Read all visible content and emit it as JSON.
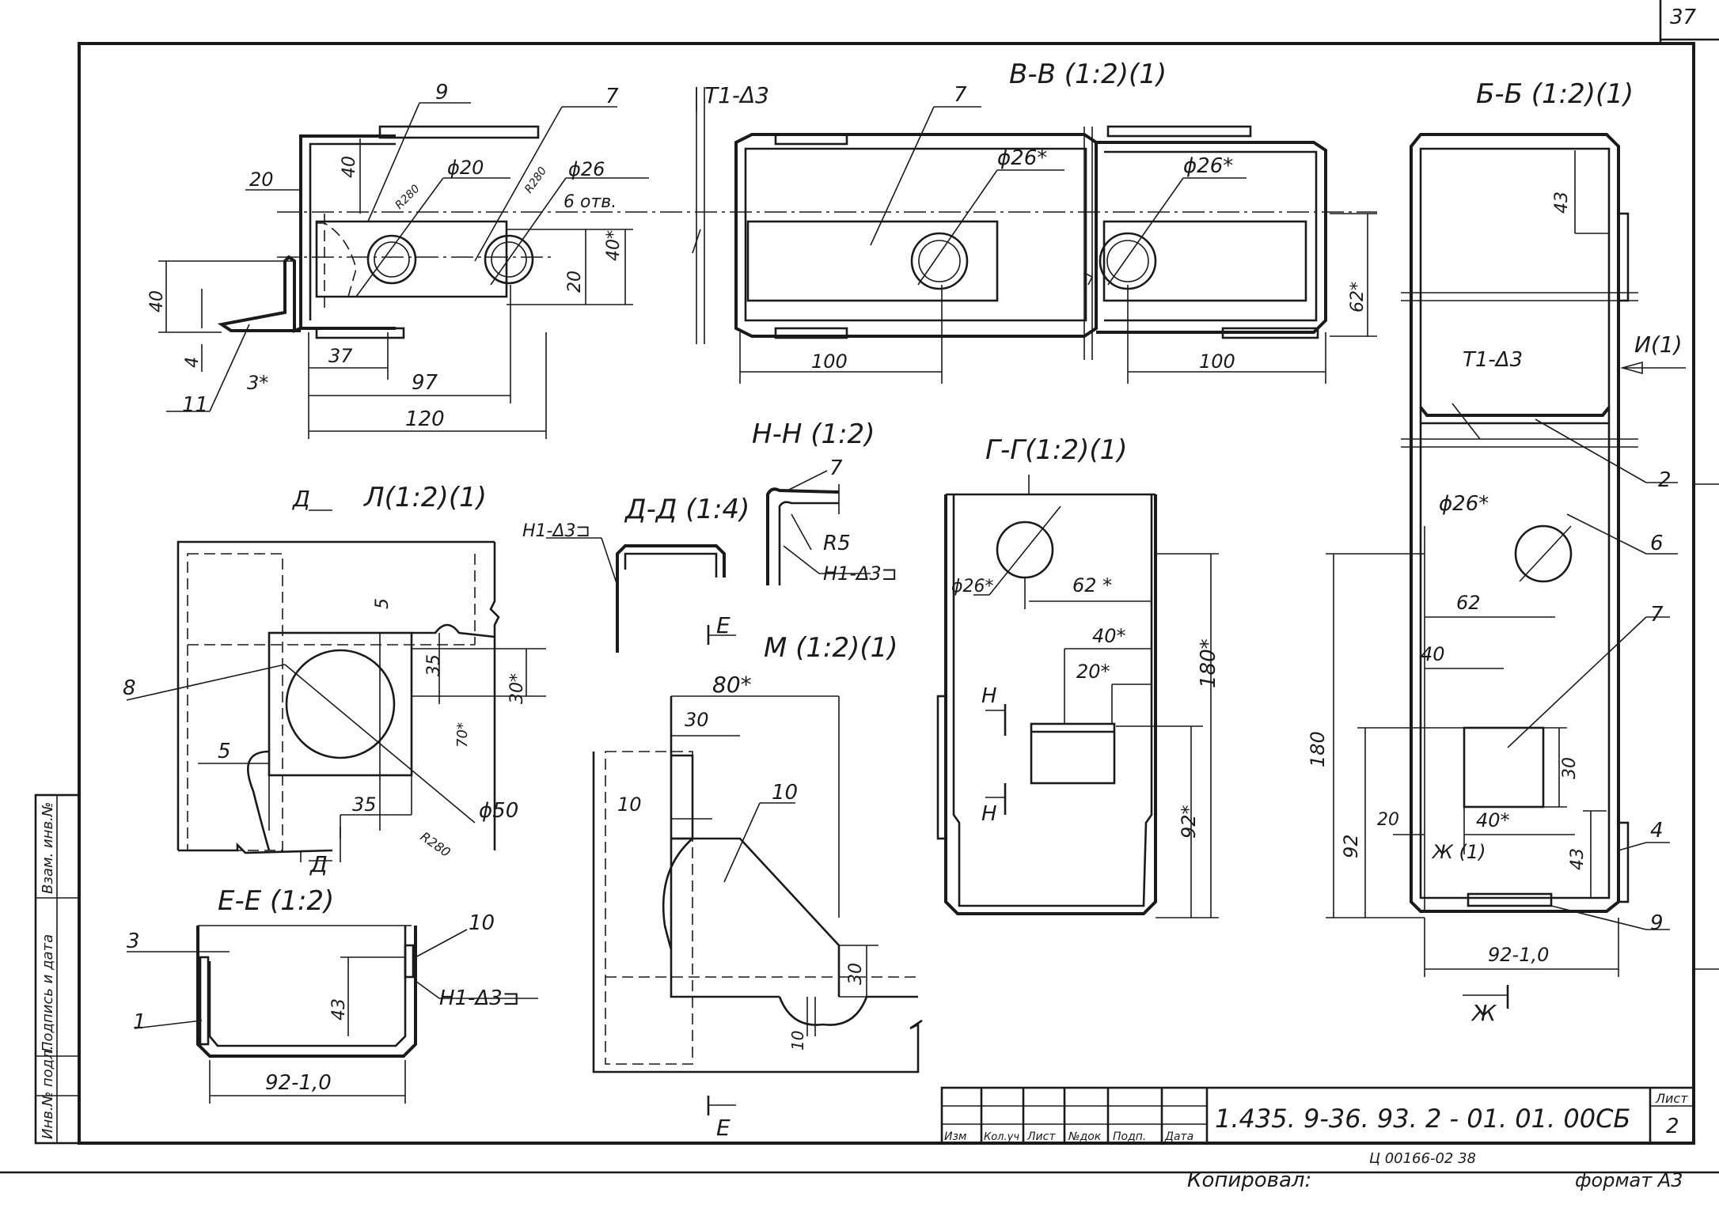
{
  "sheet_number_corner": "37",
  "views": {
    "vv": "В-В (1:2)(1)",
    "bb": "Б-Б (1:2)(1)",
    "l": "Л(1:2)(1)",
    "dd": "Д-Д (1:4)",
    "nn": "Н-Н (1:2)",
    "gg": "Г-Г(1:2)(1)",
    "m": "М (1:2)(1)",
    "ee": "Е-Е (1:2)"
  },
  "welds": {
    "t1": "Т1-Δ3",
    "h1": "Н1-Δ3⊐"
  },
  "top_left": {
    "d20": "20",
    "d40a": "40",
    "d40b": "40",
    "d4": "4",
    "d3": "3*",
    "d37": "37",
    "d97": "97",
    "d120": "120",
    "d20b": "20",
    "d40c": "40*",
    "phi20": "ϕ20",
    "phi26": "ϕ26",
    "holes": "6 отв.",
    "r280a": "R280",
    "r280b": "R280",
    "pos9": "9",
    "pos7": "7",
    "pos11": "11"
  },
  "top_mid": {
    "pos7": "7",
    "phi26a": "ϕ26*",
    "phi26b": "ϕ26*",
    "d100a": "100",
    "d100b": "100",
    "d62": "62*"
  },
  "bb_view": {
    "d43": "43",
    "phi26": "ϕ26*",
    "d62": "62",
    "d40": "40",
    "d180": "180",
    "d92": "92",
    "d20": "20",
    "d40s": "40*",
    "d30": "30",
    "d43b": "43",
    "d92w": "92-1,0",
    "mark_i": "И(1)",
    "mark_zh1": "Ж (1)",
    "mark_zh": "Ж",
    "pos2": "2",
    "pos6": "6",
    "pos7": "7",
    "pos4": "4",
    "pos9": "9"
  },
  "l_view": {
    "mark_d": "Д",
    "d5a": "5",
    "d5b": "5",
    "d35a": "35",
    "d35b": "35",
    "d30": "30*",
    "d70": "70*",
    "phi50": "ϕ50",
    "r280": "R280",
    "pos8": "8"
  },
  "nn_view": {
    "r5": "R5",
    "pos7": "7"
  },
  "gg_view": {
    "phi26": "ϕ26*",
    "d62": "62 *",
    "d40": "40*",
    "d20": "20*",
    "d180": "180*",
    "d92": "92*",
    "mark_h": "Н"
  },
  "m_view": {
    "mark_e": "Е",
    "d80": "80*",
    "d30a": "30",
    "d10a": "10",
    "d10b": "10",
    "d30b": "30",
    "d10c": "10"
  },
  "ee_view": {
    "d43": "43",
    "d92w": "92-1,0",
    "pos3": "3",
    "pos1": "1",
    "pos10": "10"
  },
  "title_block": {
    "doc_code": "1.435. 9-36. 93. 2 - 01. 01. 00СБ",
    "sheet_label": "Лист",
    "sheet_no": "2",
    "col_izm": "Изм",
    "col_kol": "Кол.уч",
    "col_list": "Лист",
    "col_ndok": "№док",
    "col_podp": "Подп.",
    "col_data": "Дата"
  },
  "side_stamp": {
    "inv_podl": "Инв.№ подл.",
    "podp_data": "Подпись и дата",
    "vzam_inv": "Взам. инв.№"
  },
  "footer": {
    "copied": "Копировал:",
    "code": "Ц 00166-02  38",
    "format": "формат А3"
  }
}
